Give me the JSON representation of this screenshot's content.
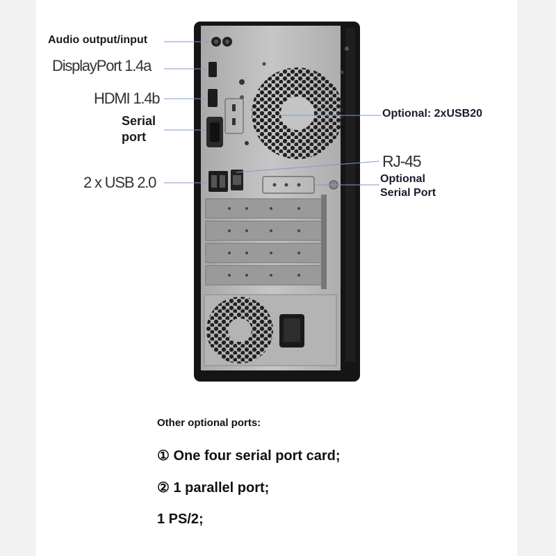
{
  "labels": {
    "audio": "Audio output/input",
    "displayport": "DisplayPort 1.4a",
    "hdmi": "HDMI 1.4b",
    "serial_line1": "Serial",
    "serial_line2": "port",
    "usb2": "2 x USB 2.0",
    "optional_usb": "Optional: 2xUSB20",
    "rj45": "RJ-45",
    "optional_serial_line1": "Optional",
    "optional_serial_line2": "Serial Port"
  },
  "notes": {
    "heading": "Other optional ports:",
    "items": [
      "① One four serial port card;",
      "② 1 parallel port;",
      "1 PS/2;"
    ]
  },
  "colors": {
    "chassis": "#151515",
    "panel": "#b9b9b9",
    "leader_line": "#7d9bc9"
  }
}
